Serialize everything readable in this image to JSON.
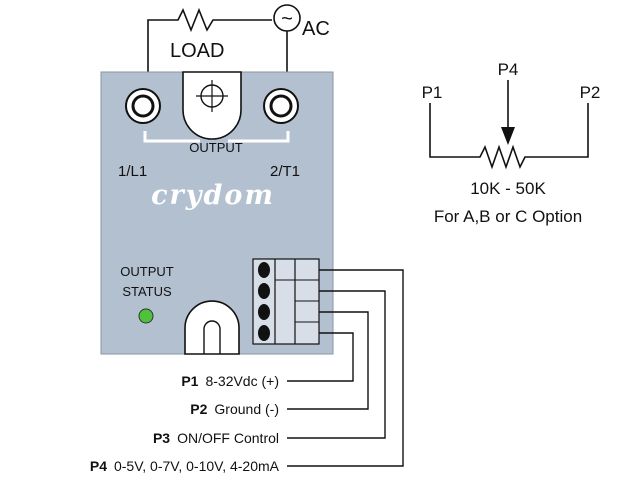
{
  "load_circuit": {
    "load_label": "LOAD",
    "ac_label": "AC",
    "ac_symbol": "~"
  },
  "relay": {
    "output_label": "OUTPUT",
    "terminal_1": "1/L1",
    "terminal_2": "2/T1",
    "brand": "crydom",
    "status_line1": "OUTPUT",
    "status_line2": "STATUS",
    "status_led_color": "#4ec23a",
    "body_color": "#b3c0cf"
  },
  "pins": [
    {
      "id": "P1",
      "desc": "8-32Vdc (+)"
    },
    {
      "id": "P2",
      "desc": "Ground (-)"
    },
    {
      "id": "P3",
      "desc": "ON/OFF Control"
    },
    {
      "id": "P4",
      "desc": "0-5V, 0-7V, 0-10V, 4-20mA"
    }
  ],
  "potentiometer": {
    "p1": "P1",
    "p2": "P2",
    "p4": "P4",
    "range": "10K - 50K",
    "option_note": "For A,B or C Option"
  }
}
